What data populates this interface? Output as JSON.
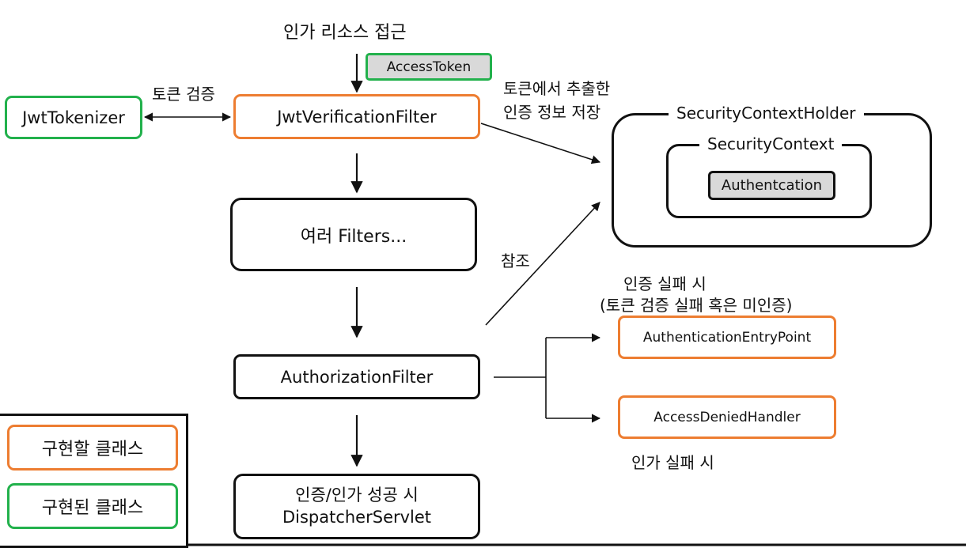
{
  "colors": {
    "orange": "#ed7d31",
    "green": "#22b14c",
    "black": "#111111",
    "gray_fill": "#d9d9d9"
  },
  "labels": {
    "resource_access": "인가 리소스 접근",
    "token_verify": "토큰 검증",
    "store_auth_line1": "토큰에서 추출한",
    "store_auth_line2": "인증 정보 저장",
    "reference": "참조",
    "auth_fail_line1": "인증 실패 시",
    "auth_fail_line2": "(토큰 검증 실패 혹은 미인증)",
    "authz_fail": "인가 실패 시"
  },
  "nodes": {
    "access_token": "AccessToken",
    "jwt_tokenizer": "JwtTokenizer",
    "jwt_verification_filter": "JwtVerificationFilter",
    "security_context_holder": "SecurityContextHolder",
    "security_context": "SecurityContext",
    "authentication": "Authentcation",
    "filters": "여러 Filters...",
    "authorization_filter": "AuthorizationFilter",
    "authentication_entry_point": "AuthenticationEntryPoint",
    "access_denied_handler": "AccessDeniedHandler",
    "success_line1": "인증/인가 성공 시",
    "success_line2": "DispatcherServlet"
  },
  "legend": {
    "to_implement": "구현할 클래스",
    "implemented": "구현된 클래스"
  }
}
